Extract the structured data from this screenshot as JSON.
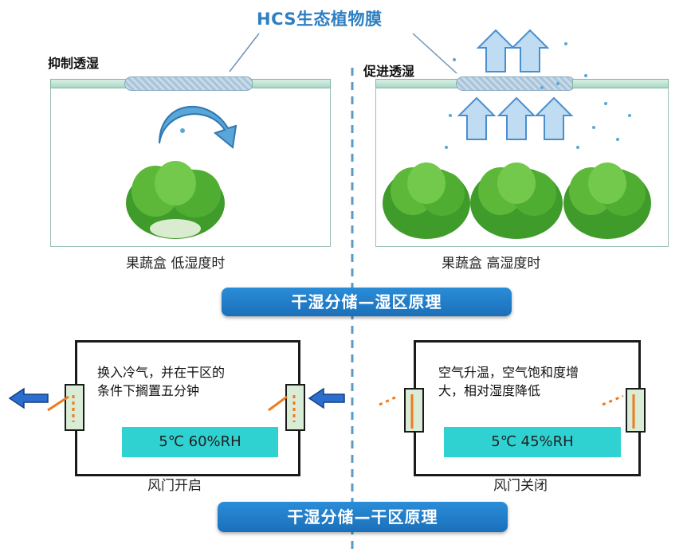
{
  "diagram": {
    "title": "HCS生态植物膜",
    "left_panel": {
      "label": "抑制透湿",
      "caption": "果蔬盒 低湿度时"
    },
    "right_panel": {
      "label": "促进透湿",
      "caption": "果蔬盒  高湿度时"
    },
    "banner_top": "干湿分储—湿区原理",
    "left_chamber": {
      "desc_line1": "换入冷气，并在干区的",
      "desc_line2": "条件下搁置五分钟",
      "reading": "5℃  60%RH",
      "caption": "风门开启"
    },
    "right_chamber": {
      "desc_line1": "空气升温，空气饱和度增",
      "desc_line2": "大，相对湿度降低",
      "reading": "5℃  45%RH",
      "caption": "风门关闭"
    },
    "banner_bottom": "干湿分储—干区原理",
    "colors": {
      "accent_blue": "#2f7fc2",
      "banner_blue": "#1b6fba",
      "readout_cyan": "#2fd1d1",
      "arrow_blue": "#2a6fcf",
      "door_orange": "#f07a1e"
    }
  }
}
